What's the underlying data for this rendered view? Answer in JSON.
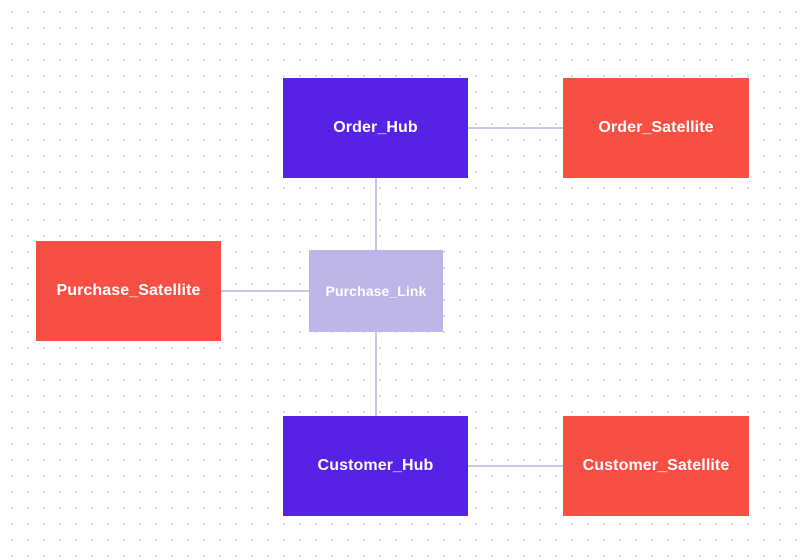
{
  "colors": {
    "hub": "#5522e6",
    "satellite": "#f84f45",
    "link": "#bdb6e8",
    "connector": "#c9c4e9",
    "background": "#ffffff",
    "grid_dot": "#d9d9e3"
  },
  "nodes": {
    "order_hub": "Order_Hub",
    "order_satellite": "Order_Satellite",
    "purchase_link": "Purchase_Link",
    "purchase_satellite": "Purchase_Satellite",
    "customer_hub": "Customer_Hub",
    "customer_satellite": "Customer_Satellite"
  },
  "edges": [
    {
      "from": "order_hub",
      "to": "order_satellite"
    },
    {
      "from": "order_hub",
      "to": "purchase_link"
    },
    {
      "from": "purchase_satellite",
      "to": "purchase_link"
    },
    {
      "from": "purchase_link",
      "to": "customer_hub"
    },
    {
      "from": "customer_hub",
      "to": "customer_satellite"
    }
  ]
}
